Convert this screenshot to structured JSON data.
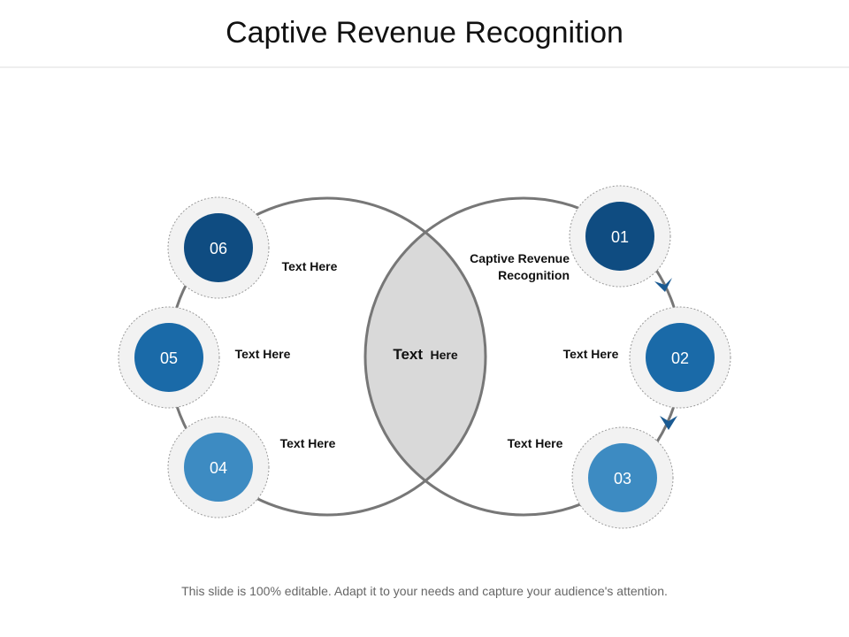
{
  "title": "Captive Revenue Recognition",
  "center": {
    "bold": "Text",
    "rest": "Here"
  },
  "steps": [
    {
      "num": "01",
      "label_line1": "Captive Revenue",
      "label_line2": "Recognition",
      "color": "#0f4c81"
    },
    {
      "num": "02",
      "label": "Text Here",
      "color": "#1a6aa8"
    },
    {
      "num": "03",
      "label": "Text Here",
      "color": "#3d8bc2"
    },
    {
      "num": "04",
      "label": "Text Here",
      "color": "#3d8bc2"
    },
    {
      "num": "05",
      "label": "Text Here",
      "color": "#1a6aa8"
    },
    {
      "num": "06",
      "label": "Text Here",
      "color": "#0f4c81"
    }
  ],
  "footer": "This slide is 100% editable. Adapt it to your needs and capture your audience's attention.",
  "colors": {
    "ring": "#777777",
    "overlap": "#d9d9d9",
    "halo": "#f2f2f2"
  }
}
